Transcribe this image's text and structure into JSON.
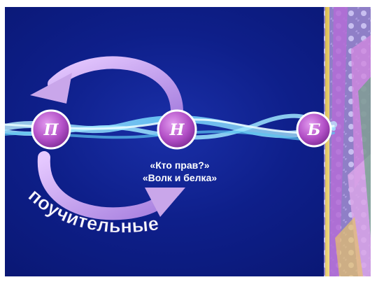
{
  "nodes": [
    {
      "label": "П"
    },
    {
      "label": "Н"
    },
    {
      "label": "Б"
    }
  ],
  "captions": [
    "«Кто прав?»",
    "«Волк и белка»"
  ],
  "arc_word": "поучительные",
  "colors": {
    "background": "#0e1f8a",
    "node_fill": "#b24fc6",
    "arrow": "#c9a6ea",
    "wave": "#7fd9ff"
  }
}
